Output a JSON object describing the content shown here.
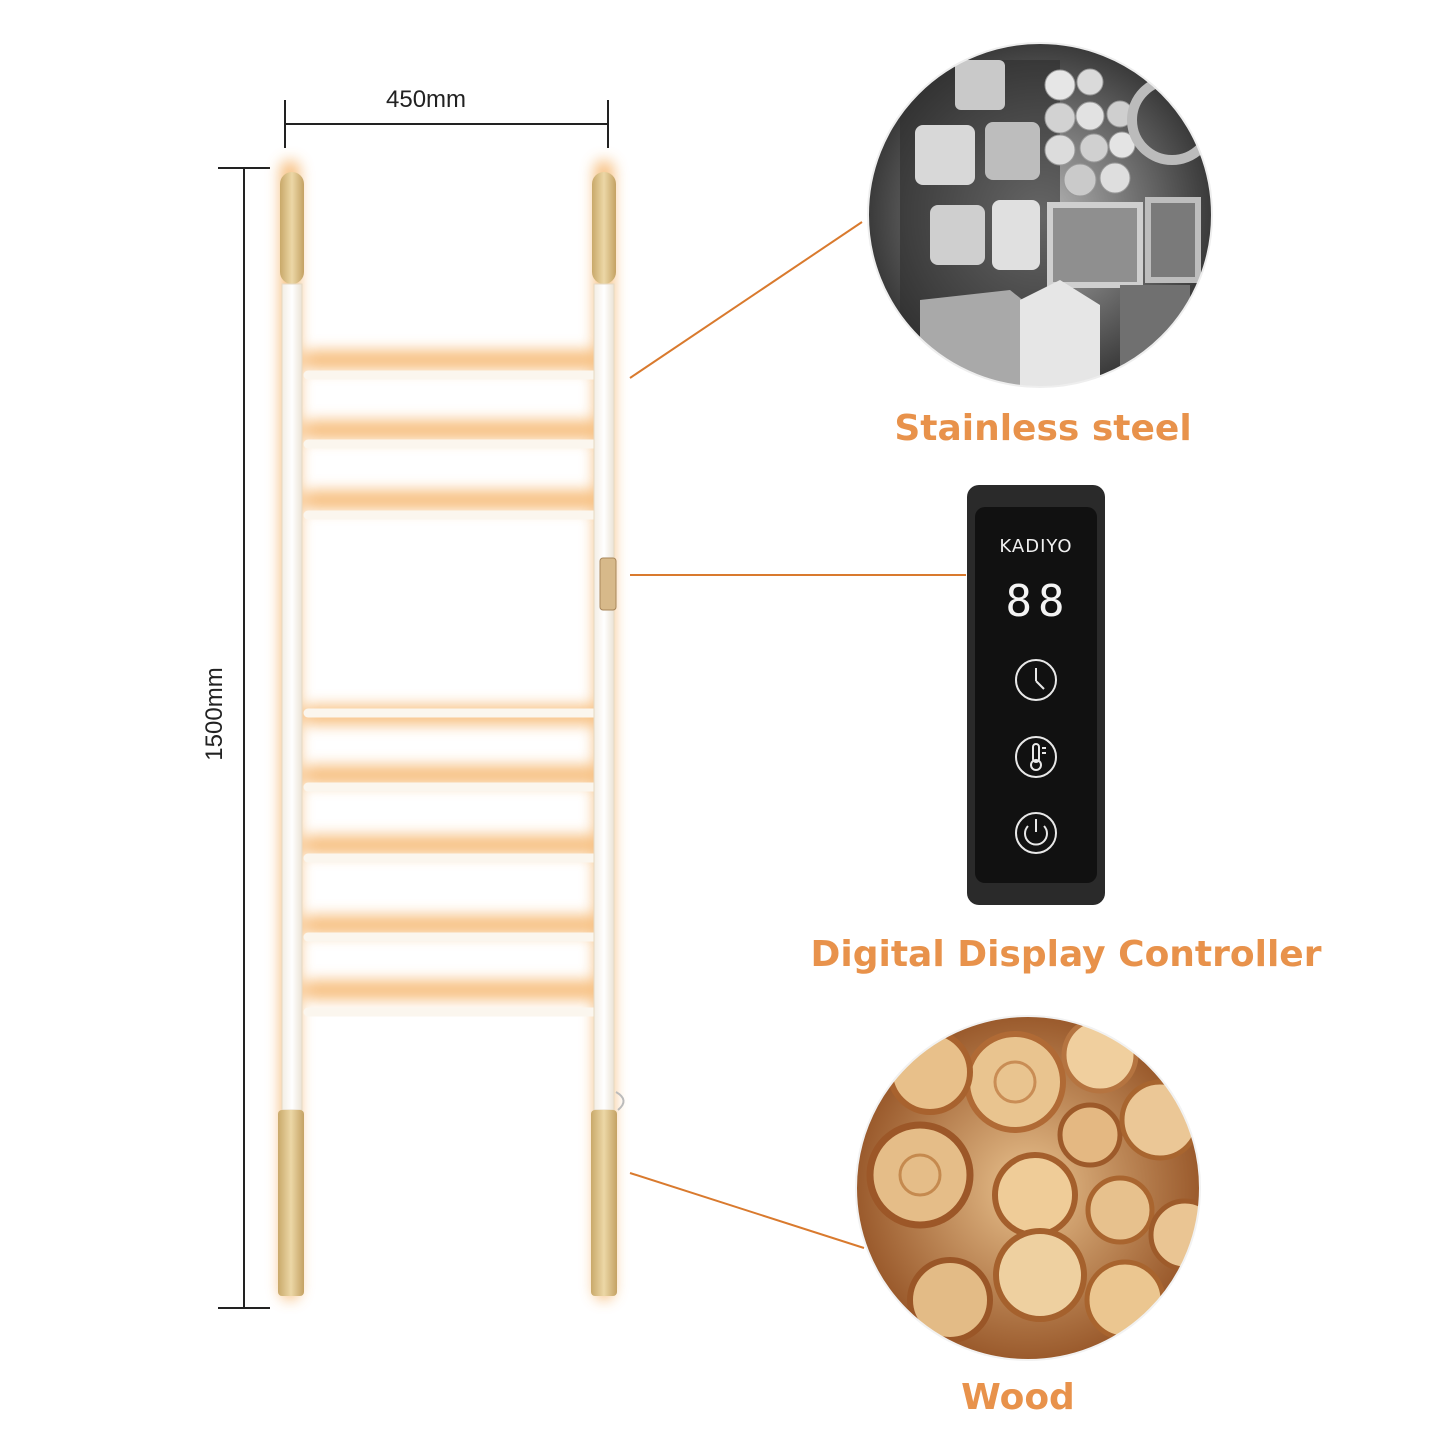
{
  "dimensions": {
    "width_label": "450mm",
    "height_label": "1500mm"
  },
  "features": {
    "steel_label": "Stainless steel",
    "controller_label": "Digital Display Controller",
    "wood_label": "Wood"
  },
  "controller": {
    "brand": "KADIYO",
    "display": "88",
    "buttons": [
      "timer",
      "temperature",
      "power"
    ]
  },
  "colors": {
    "accent_orange": "#e8924b",
    "glow": "#f6b66d",
    "wood_cap": "#dcc28e",
    "controller_body": "#1b1b1b"
  },
  "icons": [
    "clock-icon",
    "thermometer-icon",
    "power-icon"
  ]
}
